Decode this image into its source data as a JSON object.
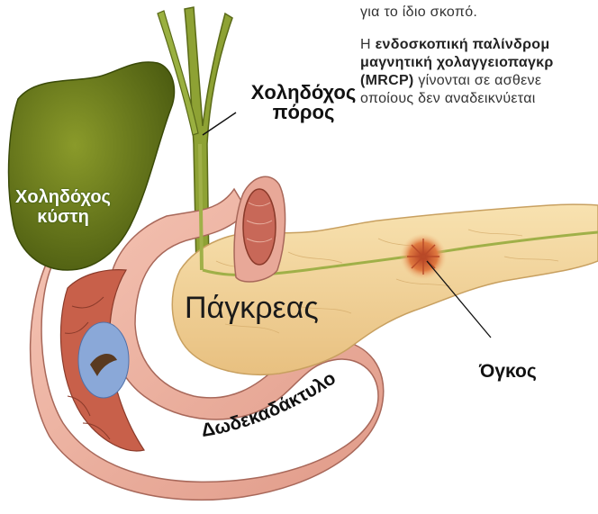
{
  "text": {
    "line1": "για το ίδιο σκοπό.",
    "p2_prefix": "Η ",
    "p2_bold1": "ενδοσκοπική παλίνδρομ",
    "p2_bold2": "μαγνητική χολαγγειοπαγκρ",
    "p2_bold3": "(MRCP)",
    "p2_rest3": " γίνονται σε ασθενε",
    "p2_line4": "οποίους δεν αναδεικνύεται"
  },
  "labels": {
    "bile_duct_1": "Χοληδόχος",
    "bile_duct_2": "πόρος",
    "gallbladder_1": "Χοληδόχος",
    "gallbladder_2": "κύστη",
    "pancreas": "Πάγκρεας",
    "tumor": "Όγκος",
    "duodenum": "Δωδεκαδάκτυλο"
  },
  "colors": {
    "gallbladder": "#6b7a1e",
    "pancreas": "#f2d49a",
    "duodenum": "#f0b8a8",
    "duct": "#9aae3a",
    "tumor": "#d86a3a",
    "lumen": "#8aa8d8"
  }
}
